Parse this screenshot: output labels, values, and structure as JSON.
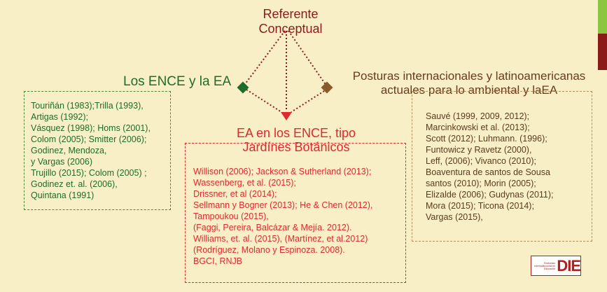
{
  "title": "Referente Conceptual",
  "nodes": {
    "left": {
      "heading": "Los ENCE y la EA",
      "color": "#1f6b2a",
      "refs": [
        "Touriñán (1983);Trilla (1993),",
        "Artigas (1992);",
        "Vásquez (1998); Homs (2001),",
        "Colom (2005); Smitter (2006);",
        "Godinez, Mendoza,",
        "y Vargas (2006)",
        "Trujillo (2015); Colom (2005) ;",
        "Godinez et. al. (2006),",
        "Quintana (1991)"
      ]
    },
    "center": {
      "heading_line1": "EA en los ENCE, tipo",
      "heading_line2": "Jardínes Botánicos",
      "color": "#e0282e",
      "refs": [
        "Willison (2006); Jackson & Sutherland (2013);",
        "Wassenberg, et al. (2015);",
        "Drissner, et al (2014);",
        "Sellmann y Bogner (2013); He & Chen (2012),",
        "Tampoukou (2015),",
        "(Faggi, Pereira, Balcázar & Mejía. 2012).",
        "Williams, et. al. (2015), (Martínez, et al.2012)",
        "(Rodríguez, Molano y Espinoza. 2008).",
        "BGCI, RNJB"
      ]
    },
    "right": {
      "heading_line1": "Posturas internacionales y latinoamericanas",
      "heading_line2": "actuales para lo ambiental y laEA",
      "color": "#6b3a1e",
      "refs": [
        "Sauvé (1999, 2009, 2012);",
        "Marcinkowski et al. (2013);",
        "Scott (2012); Luhmann. (1996);",
        "Funtowicz y Ravetz (2000),",
        "Leff, (2006); Vivanco (2010);",
        "Boaventura de santos de Sousa",
        "santos (2010); Morin (2005);",
        "Elizalde (2006); Gudynas (2011);",
        "Mora (2015); Ticona (2014);",
        "Vargas (2015),"
      ]
    }
  },
  "logo": {
    "text": "DIE",
    "subtitle": "Doctorado Interinstitucional en Educación"
  },
  "colors": {
    "background": "#f8efc6",
    "title": "#8b1a1a",
    "accent_green": "#8cc63f",
    "accent_red": "#8b1a1a"
  }
}
